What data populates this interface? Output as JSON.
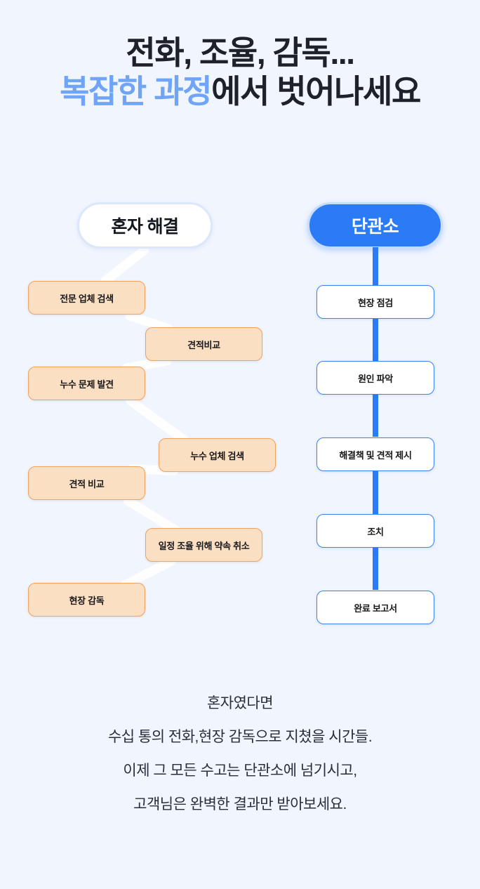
{
  "colors": {
    "background": "#F1F5FE",
    "accent_blue": "#2C7BF6",
    "title_accent_blue": "#6FA4F7",
    "box_border_blue": "#3B82F6",
    "orange_fill": "#FBDFC3",
    "orange_border": "#F0A35E",
    "text_dark": "#1E2129",
    "connector_white": "#FFFFFF"
  },
  "headline": {
    "line1": "전화, 조율, 감독...",
    "line2_accent": "복잡한 과정",
    "line2_rest": "에서 벗어나세요"
  },
  "diagram": {
    "left_column": {
      "header": "혼자 해결",
      "steps": [
        {
          "label": "전문 업체 검색",
          "align": "left"
        },
        {
          "label": "견적비교",
          "align": "right"
        },
        {
          "label": "누수 문제 발견",
          "align": "left"
        },
        {
          "label": "누수 업체 검색",
          "align": "right"
        },
        {
          "label": "견적 비교",
          "align": "left"
        },
        {
          "label": "일정 조율 위해 약속 취소",
          "align": "right"
        },
        {
          "label": "현장 감독",
          "align": "left"
        }
      ]
    },
    "right_column": {
      "header": "단관소",
      "steps": [
        {
          "label": "현장 점검"
        },
        {
          "label": "원인 파악"
        },
        {
          "label": "해결책 및 견적 제시"
        },
        {
          "label": "조치"
        },
        {
          "label": "완료 보고서"
        }
      ]
    }
  },
  "footnote": {
    "line1": "혼자였다면",
    "line2": "수십 통의 전화,현장 감독으로 지쳤을 시간들.",
    "line3": "이제 그 모든 수고는 단관소에 넘기시고,",
    "line4": "고객님은 완벽한 결과만 받아보세요."
  }
}
